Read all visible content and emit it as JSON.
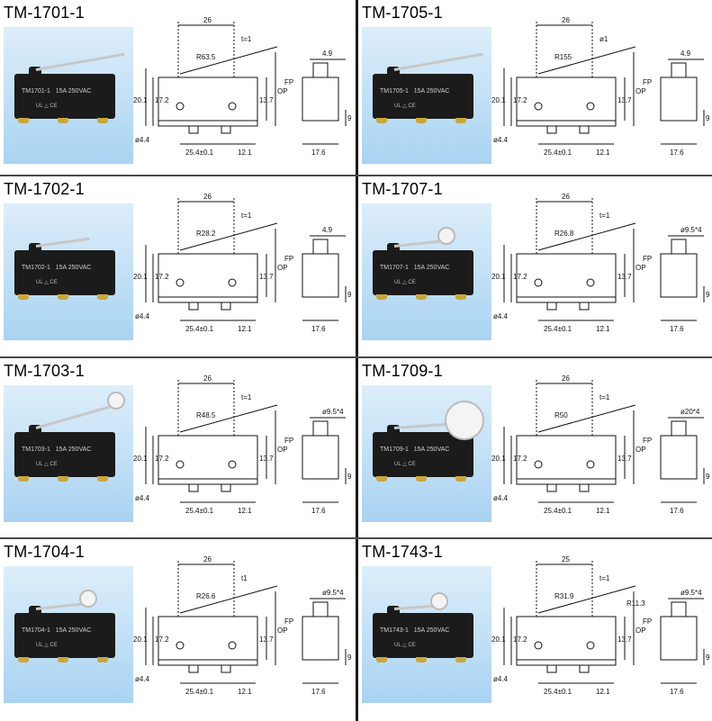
{
  "products": [
    {
      "title": "TM-1701-1",
      "model": "TM1701-1",
      "rating": "15A 250VAC",
      "lever": "long",
      "dims": {
        "top": "26",
        "radius": "R63.5",
        "t": "t=1",
        "right_top": "4.9",
        "h1": "20.1",
        "h2": "17.2",
        "h3": "13.7",
        "op": "OP",
        "fp": "FP",
        "hole": "ø4.4",
        "w1": "25.4±0.1",
        "w2": "12.1",
        "w3": "17.6",
        "w4": "9"
      }
    },
    {
      "title": "TM-1705-1",
      "model": "TM1705-1",
      "rating": "15A 250VAC",
      "lever": "long",
      "dims": {
        "top": "26",
        "radius": "R155",
        "t": "ø1",
        "right_top": "4.9",
        "h1": "20.1",
        "h2": "17.2",
        "h3": "13.7",
        "op": "OP",
        "fp": "FP",
        "hole": "ø4.4",
        "w1": "25.4±0.1",
        "w2": "12.1",
        "w3": "17.6",
        "w4": "9"
      }
    },
    {
      "title": "TM-1702-1",
      "model": "TM1702-1",
      "rating": "15A 250VAC",
      "lever": "short",
      "dims": {
        "top": "26",
        "radius": "R28.2",
        "t": "t=1",
        "right_top": "4.9",
        "h1": "20.1",
        "h2": "17.2",
        "h3": "13.7",
        "op": "OP",
        "fp": "FP",
        "hole": "ø4.4",
        "w1": "25.4±0.1",
        "w2": "12.1",
        "w3": "17.6",
        "w4": "9"
      }
    },
    {
      "title": "TM-1707-1",
      "model": "TM1707-1",
      "rating": "15A 250VAC",
      "lever": "roller-short",
      "dims": {
        "top": "26",
        "radius": "R26.8",
        "t": "t=1",
        "right_top": "ø9.5*4",
        "h1": "20.1",
        "h2": "17.2",
        "h3": "13.7",
        "op": "OP",
        "fp": "FP",
        "hole": "ø4.4",
        "w1": "25.4±0.1",
        "w2": "12.1",
        "w3": "17.6",
        "w4": "9"
      }
    },
    {
      "title": "TM-1703-1",
      "model": "TM1703-1",
      "rating": "15A 250VAC",
      "lever": "roller-long",
      "dims": {
        "top": "26",
        "radius": "R48.5",
        "t": "t=1",
        "right_top": "ø9.5*4",
        "h1": "20.1",
        "h2": "17.2",
        "h3": "13.7",
        "op": "OP",
        "fp": "FP",
        "hole": "ø4.4",
        "w1": "25.4±0.1",
        "w2": "12.1",
        "w3": "17.6",
        "w4": "9"
      }
    },
    {
      "title": "TM-1709-1",
      "model": "TM1709-1",
      "rating": "15A 250VAC",
      "lever": "big-roller",
      "dims": {
        "top": "26",
        "radius": "R50",
        "t": "t=1",
        "right_top": "ø20*4",
        "h1": "20.1",
        "h2": "17.2",
        "h3": "13.7",
        "op": "OP",
        "fp": "FP",
        "hole": "ø4.4",
        "w1": "25.4±0.1",
        "w2": "12.1",
        "w3": "17.6",
        "w4": "9"
      }
    },
    {
      "title": "TM-1704-1",
      "model": "TM1704-1",
      "rating": "15A 250VAC",
      "lever": "roller-short",
      "dims": {
        "top": "26",
        "radius": "R26.6",
        "t": "t1",
        "right_top": "ø9.5*4",
        "h1": "20.1",
        "h2": "17.2",
        "h3": "13.7",
        "op": "OP",
        "fp": "FP",
        "hole": "ø4.4",
        "w1": "25.4±0.1",
        "w2": "12.1",
        "w3": "17.6",
        "w4": "9"
      }
    },
    {
      "title": "TM-1743-1",
      "model": "TM1743-1",
      "rating": "15A 250VAC",
      "lever": "roller-hinge",
      "dims": {
        "top": "25",
        "radius": "R31.9",
        "t": "t=1",
        "right_top": "ø9.5*4",
        "extra": "R11.3",
        "h1": "20.1",
        "h2": "17.2",
        "h3": "13.7",
        "op": "OP",
        "fp": "FP",
        "hole": "ø4.4",
        "w1": "25.4±0.1",
        "w2": "12.1",
        "w3": "17.6",
        "w4": "9"
      }
    }
  ]
}
